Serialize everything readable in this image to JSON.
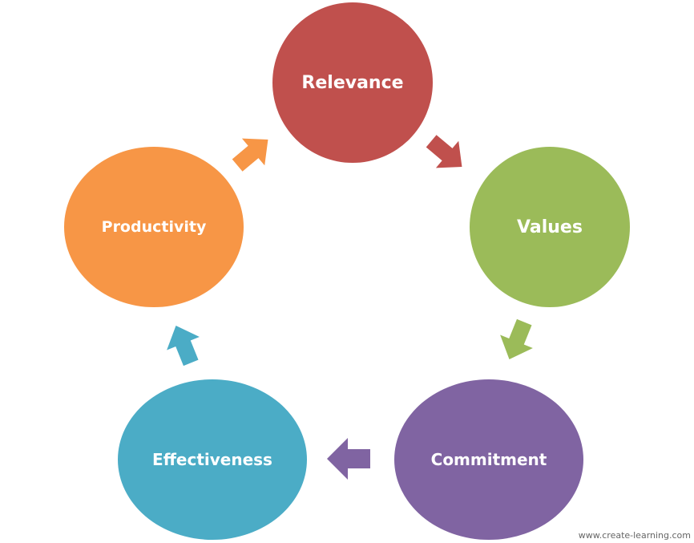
{
  "cycle": {
    "nodes": [
      {
        "id": "relevance",
        "label": "Relevance",
        "color": "#c0504d"
      },
      {
        "id": "values",
        "label": "Values",
        "color": "#9bbb59"
      },
      {
        "id": "commitment",
        "label": "Commitment",
        "color": "#8064a2"
      },
      {
        "id": "effectiveness",
        "label": "Effectiveness",
        "color": "#4bacc6"
      },
      {
        "id": "productivity",
        "label": "Productivity",
        "color": "#f79646"
      }
    ]
  },
  "watermark": "www.create-learning.com"
}
